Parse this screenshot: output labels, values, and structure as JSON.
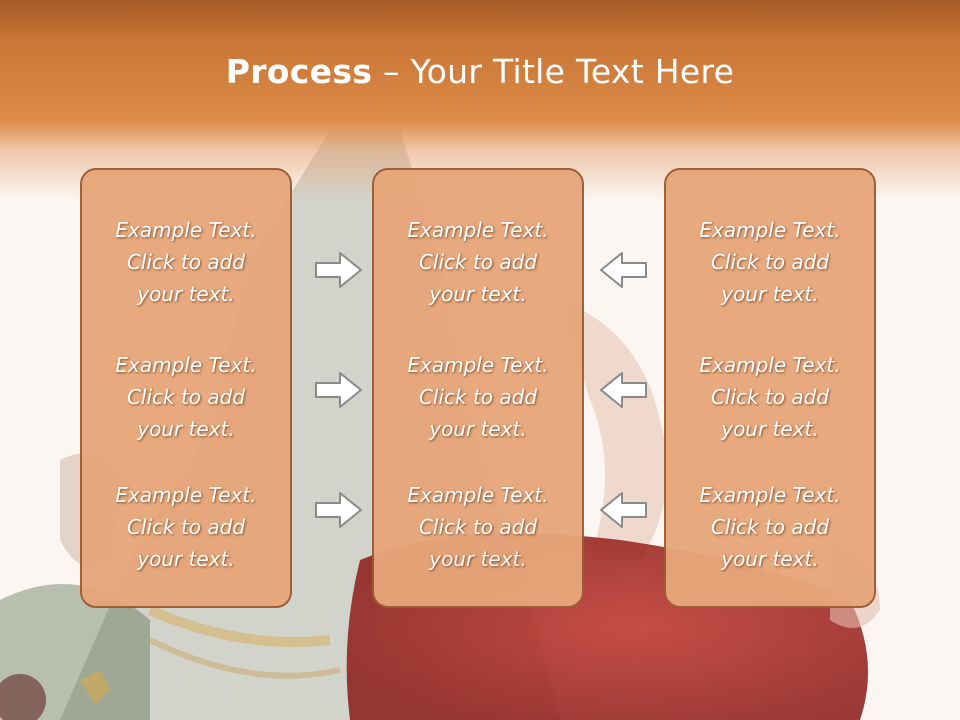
{
  "title": {
    "bold": "Process",
    "rest": " – Your Title Text Here"
  },
  "columns": [
    {
      "items": [
        {
          "l1": "Example Text.",
          "l2": "Click  to add",
          "l3": "your text."
        },
        {
          "l1": "Example Text.",
          "l2": "Click  to add",
          "l3": "your text."
        },
        {
          "l1": "Example Text.",
          "l2": "Click  to add",
          "l3": "your text."
        }
      ]
    },
    {
      "items": [
        {
          "l1": "Example Text.",
          "l2": "Click  to add",
          "l3": "your text."
        },
        {
          "l1": "Example Text.",
          "l2": "Click  to add",
          "l3": "your text."
        },
        {
          "l1": "Example Text.",
          "l2": "Click  to add",
          "l3": "your text."
        }
      ]
    },
    {
      "items": [
        {
          "l1": "Example Text.",
          "l2": "Click  to add",
          "l3": "your text."
        },
        {
          "l1": "Example Text.",
          "l2": "Click  to add",
          "l3": "your text."
        },
        {
          "l1": "Example Text.",
          "l2": "Click  to add",
          "l3": "your text."
        }
      ]
    }
  ],
  "arrows": {
    "left_group": "arrow-right-icon",
    "right_group": "arrow-left-icon"
  },
  "colors": {
    "title_band": "#d9864a",
    "box_fill": "#e7a679",
    "box_border": "#9a5c33",
    "text": "#ffffff",
    "accent_red": "#b8322e"
  }
}
